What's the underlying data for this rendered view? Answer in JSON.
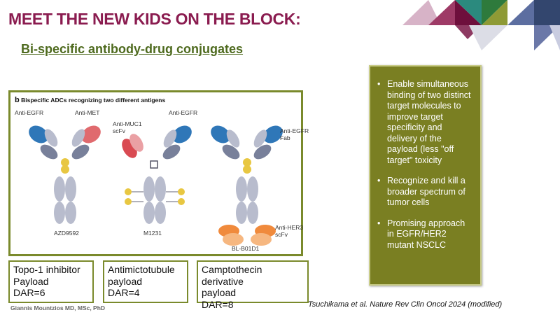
{
  "title": "MEET THE NEW KIDS ON THE BLOCK:",
  "subtitle": "Bi-specific antibody-drug conjugates",
  "figure": {
    "panel_letter": "b",
    "heading": "Bispecific ADCs recognizing two different antigens",
    "labels": {
      "a1_left": "Anti-EGFR",
      "a1_right": "Anti-MET",
      "a1_name": "AZD9592",
      "a2_left": "Anti-MUC1\nscFv",
      "a2_right": "Anti-EGFR",
      "a2_name": "M1231",
      "a3_right": "Anti-EGFR\nFab",
      "a3_bottom": "Anti-HER3\nscFv",
      "a3_name": "BL-B01D1"
    }
  },
  "bullets": [
    "Enable simultaneous binding of two distinct target molecules to improve target specificity and delivery of the payload (less \"off target\" toxicity",
    "Recognize and kill a broader spectrum of tumor cells",
    "Promising approach in EGFR/HER2  mutant NSCLC"
  ],
  "payload_boxes": [
    {
      "line1": "Topo-1 inhibitor",
      "line2": "Payload",
      "line3": "DAR=6"
    },
    {
      "line1": "Antimictotubule",
      "line2": "payload",
      "line3": "DAR=4"
    },
    {
      "line1": "Camptothecin derivative",
      "line2": "payload",
      "line3": "DAR=8"
    }
  ],
  "author": "Giannis Mountzios MD, MSc, PhD",
  "citation": "Tsuchikama et al. Nature Rev Clin Oncol 2024 (modified)",
  "colors": {
    "title": "#8a1b4f",
    "subtitle": "#4e6a1e",
    "panel": "#7a7f22",
    "border": "#7a8a2c"
  }
}
